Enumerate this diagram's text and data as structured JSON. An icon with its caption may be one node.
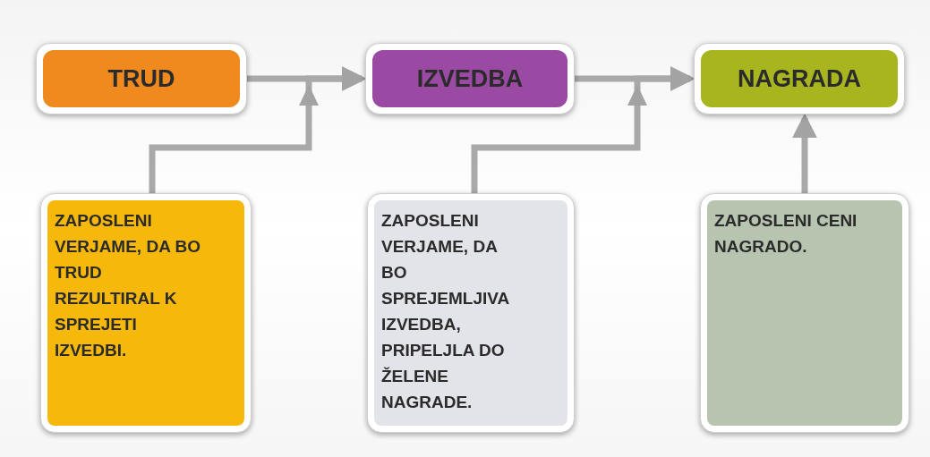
{
  "diagram": {
    "nodes": [
      {
        "text": [
          "TRUD"
        ]
      },
      {
        "text": [
          "IZVEDBA"
        ]
      },
      {
        "text": [
          "NAGRADA"
        ]
      },
      {
        "text": [
          "ZAPOSLENI VERJAME, DA BO TRUD REZULTIRAL K SPREJETI IZVEDBI."
        ]
      },
      {
        "text": [
          "ZAPOSLENI VERJAME, DA BO SPREJEMLJIVA IZVEDBA, PRIPELJLA DO ŽELENE NAGRADE."
        ]
      },
      {
        "text": [
          "ZAPOSLENI CENI NAGRADO."
        ]
      }
    ],
    "edges": [
      {
        "from": 0,
        "to": 1,
        "arrow": "to"
      },
      {
        "from": 1,
        "to": 2,
        "arrow": "to"
      },
      {
        "from": 3,
        "to": 1,
        "arrow": "to"
      },
      {
        "from": 4,
        "to": 2,
        "arrow": "to"
      },
      {
        "from": 5,
        "to": 2,
        "arrow": "to"
      }
    ]
  }
}
